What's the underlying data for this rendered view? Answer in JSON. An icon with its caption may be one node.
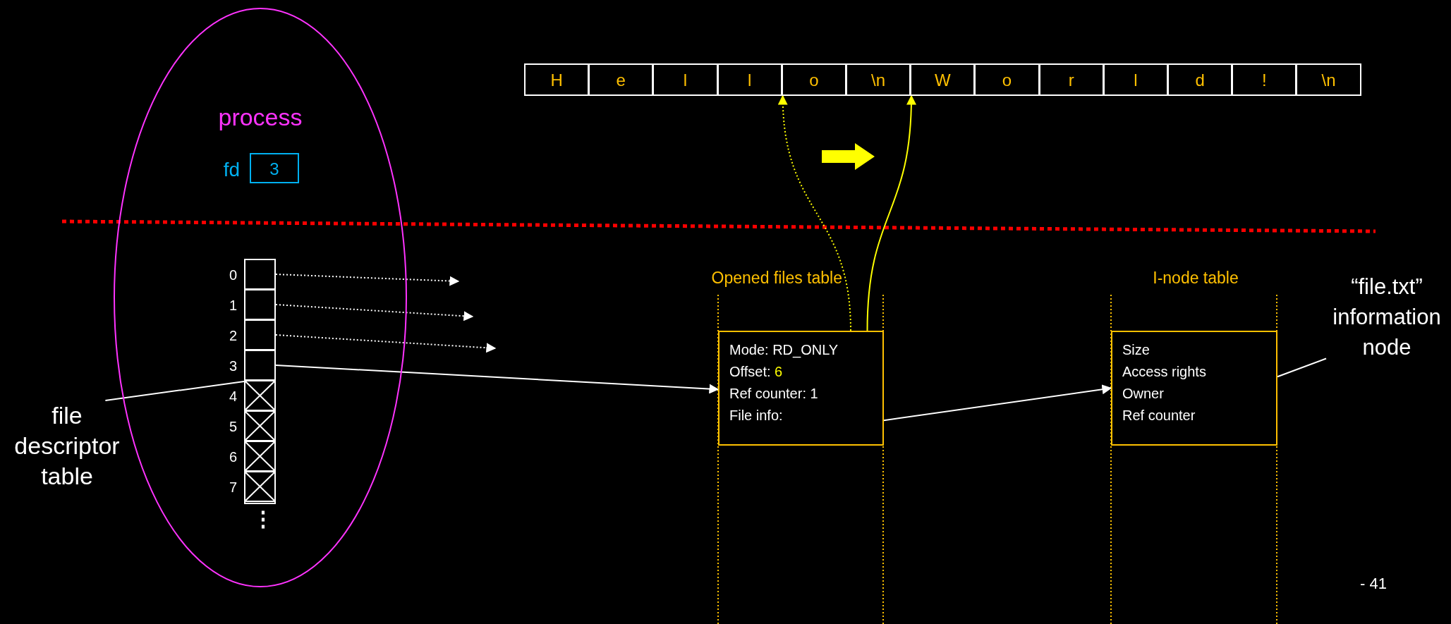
{
  "diagram": {
    "nodes": [
      {
        "text": [
          "process"
        ]
      },
      {
        "text": [
          "3"
        ],
        "beside": [
          "fd"
        ],
        "in": 0
      },
      {
        "text": [],
        "shape": "box",
        "in": 0
      },
      {
        "text": [],
        "shape": "box",
        "beside": [
          "0"
        ],
        "in": 2
      },
      {
        "text": [],
        "shape": "box",
        "beside": [
          "1"
        ],
        "in": 2
      },
      {
        "text": [],
        "shape": "box",
        "beside": [
          "2"
        ],
        "in": 2
      },
      {
        "text": [],
        "shape": "box",
        "beside": [
          "3"
        ],
        "in": 2
      },
      {
        "text": [],
        "shape": "box",
        "beside": [
          "4"
        ],
        "in": 2
      },
      {
        "text": [],
        "shape": "box",
        "beside": [
          "5"
        ],
        "in": 2
      },
      {
        "text": [],
        "shape": "box",
        "beside": [
          "6"
        ],
        "in": 2
      },
      {
        "text": [],
        "shape": "box",
        "beside": [
          "7"
        ],
        "in": 2
      },
      {
        "text": [
          "file descriptor table"
        ]
      },
      {
        "text": [
          "H"
        ]
      },
      {
        "text": [
          "e"
        ]
      },
      {
        "text": [
          "l"
        ]
      },
      {
        "text": [
          "l"
        ]
      },
      {
        "text": [
          "o"
        ]
      },
      {
        "text": [
          "\\n"
        ]
      },
      {
        "text": [
          "W"
        ]
      },
      {
        "text": [
          "o"
        ]
      },
      {
        "text": [
          "r"
        ]
      },
      {
        "text": [
          "l"
        ]
      },
      {
        "text": [
          "d"
        ]
      },
      {
        "text": [
          "!"
        ]
      },
      {
        "text": [
          "\\n"
        ]
      },
      {
        "text": [
          "Mode: RD_ONLY",
          "Offset: **6**",
          "Ref counter: 1",
          "File info:"
        ],
        "beside": [
          "Opened files table"
        ]
      },
      {
        "text": [
          "Size",
          "Access rights",
          "Owner",
          "Ref counter"
        ],
        "beside": [
          "I-node table"
        ]
      },
      {
        "text": [
          "“file.txt” information node"
        ]
      }
    ],
    "edges": [
      {
        "from": 3,
        "to": null,
        "arrow": "to",
        "style": "dashed"
      },
      {
        "from": 4,
        "to": null,
        "arrow": "to",
        "style": "dashed"
      },
      {
        "from": 5,
        "to": null,
        "arrow": "to",
        "style": "dashed"
      },
      {
        "from": 6,
        "to": 25,
        "arrow": "to"
      },
      {
        "from": 25,
        "to": 26,
        "arrow": "to"
      },
      {
        "from": 25,
        "to": 16,
        "arrow": "to",
        "style": "dashed",
        "color": "#ffff00"
      },
      {
        "from": 25,
        "to": 18,
        "arrow": "to",
        "color": "#ffff00"
      },
      {
        "from": 11,
        "to": 2,
        "arrow": "none"
      },
      {
        "from": 27,
        "to": 26,
        "arrow": "none"
      }
    ],
    "labels": [
      "⋮",
      "- 41"
    ]
  }
}
